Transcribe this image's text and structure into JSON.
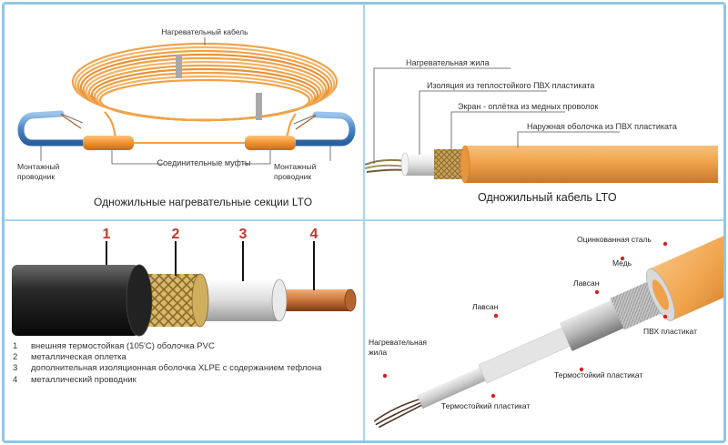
{
  "panels": {
    "top_left": {
      "heating_cable": "Нагревательный кабель",
      "couplings": "Соединительные муфты",
      "lead_left": "Монтажный проводник",
      "lead_right": "Монтажный проводник",
      "caption": "Одножильные нагревательные секции LTO"
    },
    "top_right": {
      "layers": [
        "Нагревательная жила",
        "Изоляция из теплостойкого  ПВХ пластиката",
        "Экран - оплётка из  медных проволок",
        "Наружная оболочка   из ПВХ пластиката"
      ],
      "caption": "Одножильный кабель LTO"
    },
    "bottom_left": {
      "numbers": [
        "1",
        "2",
        "3",
        "4"
      ],
      "legend": [
        {
          "num": "1",
          "text": "внешняя термостойкая (105'С) оболочка PVC"
        },
        {
          "num": "2",
          "text": "металлическая оплетка"
        },
        {
          "num": "3",
          "text": "дополнительная изоляционная оболочка XLPE с содержанием тефлона"
        },
        {
          "num": "4",
          "text": "металлический проводник"
        }
      ]
    },
    "bottom_right": {
      "tinned_steel": "Оцинкованная сталь",
      "copper": "Медь",
      "lavsan_1": "Лавсан",
      "lavsan_2": "Лавсан",
      "pvc": "ПВХ пластикат",
      "heating_core_1": "Нагревательная",
      "heating_core_2": "жила",
      "thermo_plastic_1": "Термостойкий пластикат",
      "thermo_plastic_2": "Термостойкий пластикат"
    }
  },
  "colors": {
    "frame": "#8fc6e8",
    "cable_orange": "#f0a24a",
    "lead_blue": "#4a86c8",
    "number_red": "#c0392b",
    "copper": "#c8733a",
    "sheath_black": "#1c1c1c"
  }
}
